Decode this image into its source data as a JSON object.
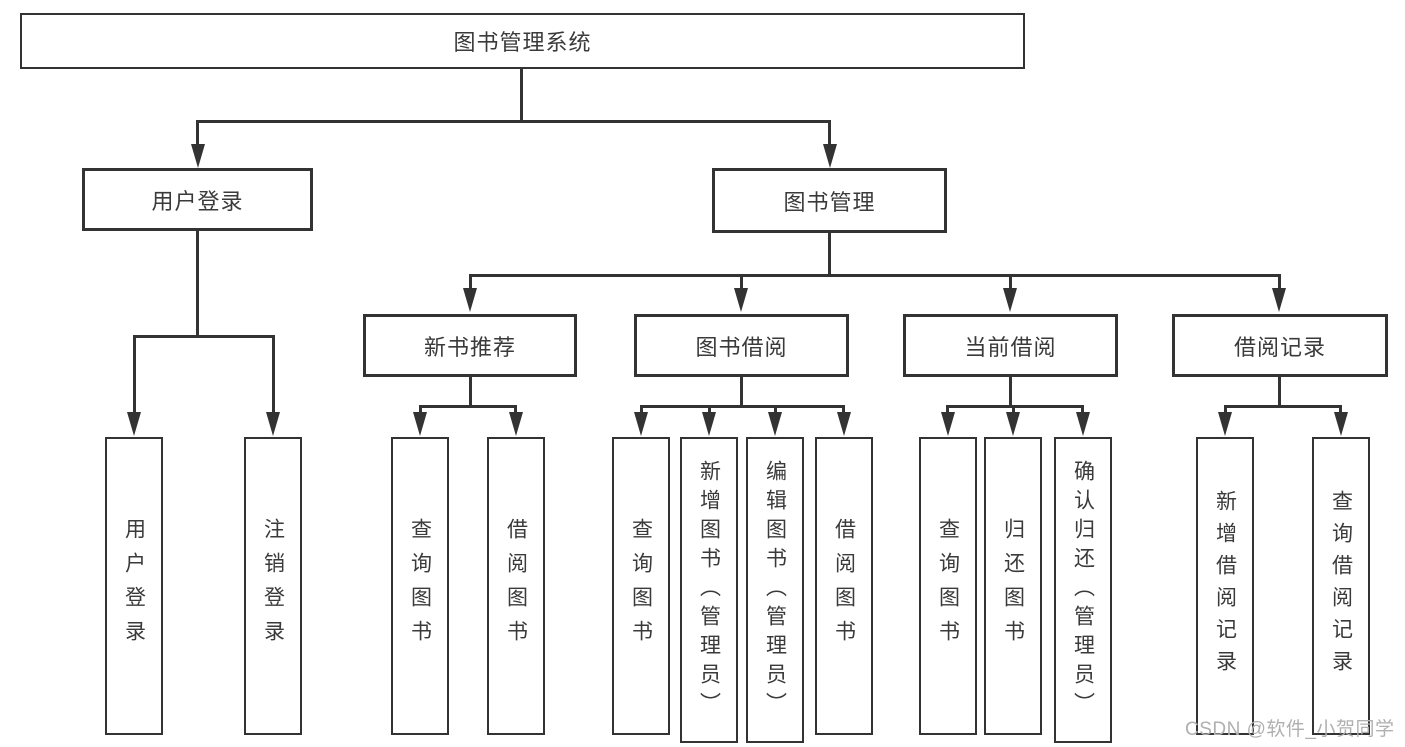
{
  "diagram": {
    "root": {
      "label": "图书管理系统"
    },
    "branches": {
      "user_login": {
        "label": "用户登录",
        "children": [
          "用户登录",
          "注销登录"
        ]
      },
      "book_management": {
        "label": "图书管理",
        "sections": {
          "new_books": {
            "label": "新书推荐",
            "children": [
              "查询图书",
              "借阅图书"
            ]
          },
          "book_borrowing": {
            "label": "图书借阅",
            "children": [
              "查询图书",
              "新增图书（管理员）",
              "编辑图书（管理员）",
              "借阅图书"
            ]
          },
          "current_borrowing": {
            "label": "当前借阅",
            "children": [
              "查询图书",
              "归还图书",
              "确认归还（管理员）"
            ]
          },
          "borrowing_records": {
            "label": "借阅记录",
            "children": [
              "新增借阅记录",
              "查询借阅记录"
            ]
          }
        }
      }
    },
    "watermark": "CSDN @软件_小贺同学",
    "colors": {
      "line": "#333333",
      "text": "#3a3a3a",
      "watermark": "#b0b0b0",
      "background": "#ffffff"
    }
  }
}
